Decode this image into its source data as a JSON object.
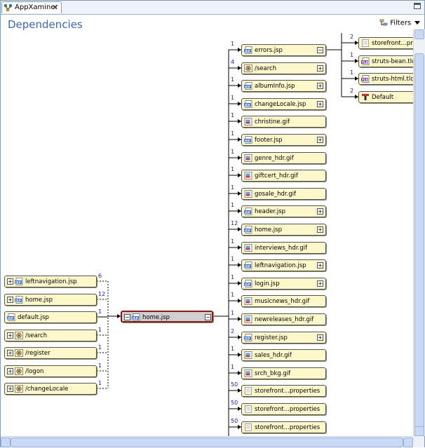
{
  "tab": {
    "label": "AppXaminer",
    "close": "✕"
  },
  "header": {
    "title": "Dependencies",
    "filters_label": "Filters"
  },
  "selected": {
    "label": "home.jsp",
    "icon": "jsp"
  },
  "left_nodes": [
    {
      "label": "leftnavigation.jsp",
      "icon": "jsp",
      "count": "6"
    },
    {
      "label": "home.jsp",
      "icon": "jsp",
      "count": "12"
    },
    {
      "label": "default.jsp",
      "icon": "jsp",
      "count": "1"
    },
    {
      "label": "/search",
      "icon": "action",
      "count": "1"
    },
    {
      "label": "/register",
      "icon": "action",
      "count": "1"
    },
    {
      "label": "/logon",
      "icon": "action",
      "count": "1"
    },
    {
      "label": "/changeLocale",
      "icon": "action",
      "count": "1"
    }
  ],
  "right_nodes": [
    {
      "label": "errors.jsp",
      "icon": "jsp",
      "count": "1",
      "expander": "minus"
    },
    {
      "label": "/search",
      "icon": "action",
      "count": "4",
      "expander": "plus"
    },
    {
      "label": "albumInfo.jsp",
      "icon": "jsp",
      "count": "1",
      "expander": "plus"
    },
    {
      "label": "changeLocale.jsp",
      "icon": "jsp",
      "count": "1",
      "expander": "plus"
    },
    {
      "label": "christine.gif",
      "icon": "gif",
      "count": "1",
      "expander": ""
    },
    {
      "label": "footer.jsp",
      "icon": "jsp",
      "count": "1",
      "expander": "plus"
    },
    {
      "label": "genre_hdr.gif",
      "icon": "gif",
      "count": "1",
      "expander": ""
    },
    {
      "label": "giftcert_hdr.gif",
      "icon": "gif",
      "count": "1",
      "expander": ""
    },
    {
      "label": "gosale_hdr.gif",
      "icon": "gif",
      "count": "1",
      "expander": ""
    },
    {
      "label": "header.jsp",
      "icon": "jsp",
      "count": "1",
      "expander": "plus"
    },
    {
      "label": "home.jsp",
      "icon": "jsp",
      "count": "12",
      "expander": "plus"
    },
    {
      "label": "interviews_hdr.gif",
      "icon": "gif",
      "count": "1",
      "expander": ""
    },
    {
      "label": "leftnavigation.jsp",
      "icon": "jsp",
      "count": "1",
      "expander": "plus"
    },
    {
      "label": "login.jsp",
      "icon": "jsp",
      "count": "1",
      "expander": "plus"
    },
    {
      "label": "musicnews_hdr.gif",
      "icon": "gif",
      "count": "1",
      "expander": ""
    },
    {
      "label": "newreleases_hdr.gif",
      "icon": "gif",
      "count": "1",
      "expander": ""
    },
    {
      "label": "register.jsp",
      "icon": "jsp",
      "count": "2",
      "expander": "plus"
    },
    {
      "label": "sales_hdr.gif",
      "icon": "gif",
      "count": "1",
      "expander": ""
    },
    {
      "label": "srch_bkg.gif",
      "icon": "gif",
      "count": "1",
      "expander": ""
    },
    {
      "label": "storefront...properties",
      "icon": "props",
      "count": "50",
      "expander": ""
    },
    {
      "label": "storefront...properties",
      "icon": "props",
      "count": "50",
      "expander": ""
    },
    {
      "label": "storefront...properties",
      "icon": "props",
      "count": "50",
      "expander": ""
    }
  ],
  "far_nodes": [
    {
      "label": "storefront...prop",
      "icon": "props",
      "count": "2"
    },
    {
      "label": "struts-bean.tld",
      "icon": "tld",
      "count": "1"
    },
    {
      "label": "struts-html.tld",
      "icon": "tld",
      "count": "1"
    },
    {
      "label": "Default",
      "icon": "default",
      "count": "2"
    }
  ],
  "colors": {
    "node_fill": "#fdf8cc",
    "selected_border": "#8b1a1a",
    "count_text": "#1a1aa6",
    "title": "#3e66ab"
  }
}
